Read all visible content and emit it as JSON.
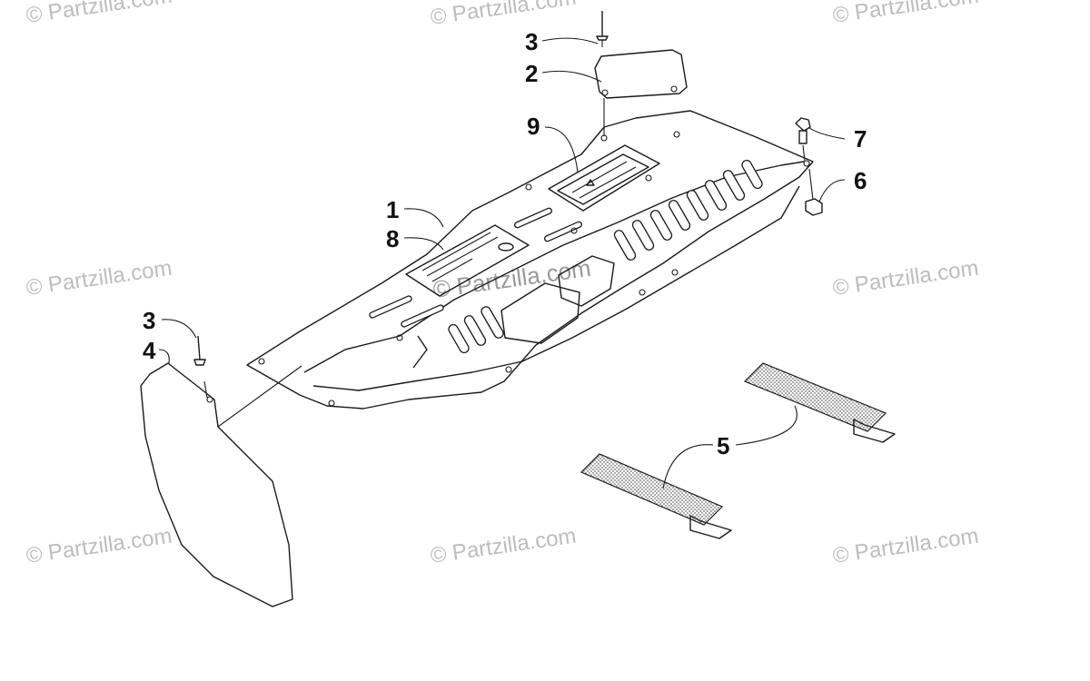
{
  "watermark": {
    "text": "© Partzilla.com",
    "center_text": "© Partzilla.com"
  },
  "callouts": [
    {
      "id": "c3a",
      "label": "3",
      "part": "rivet"
    },
    {
      "id": "c2",
      "label": "2",
      "part": "plate"
    },
    {
      "id": "c9",
      "label": "9",
      "part": "warning-decal"
    },
    {
      "id": "c1",
      "label": "1",
      "part": "cover-panel"
    },
    {
      "id": "c8",
      "label": "8",
      "part": "info-decal"
    },
    {
      "id": "c7",
      "label": "7",
      "part": "bolt"
    },
    {
      "id": "c6",
      "label": "6",
      "part": "nut"
    },
    {
      "id": "c3b",
      "label": "3",
      "part": "rivet"
    },
    {
      "id": "c4",
      "label": "4",
      "part": "flap"
    },
    {
      "id": "c5",
      "label": "5",
      "part": "hook-and-loop-strips"
    }
  ],
  "colors": {
    "line": "#1a1a1a",
    "watermark": "#bdbdbd",
    "mesh": "#8c8c8c"
  }
}
